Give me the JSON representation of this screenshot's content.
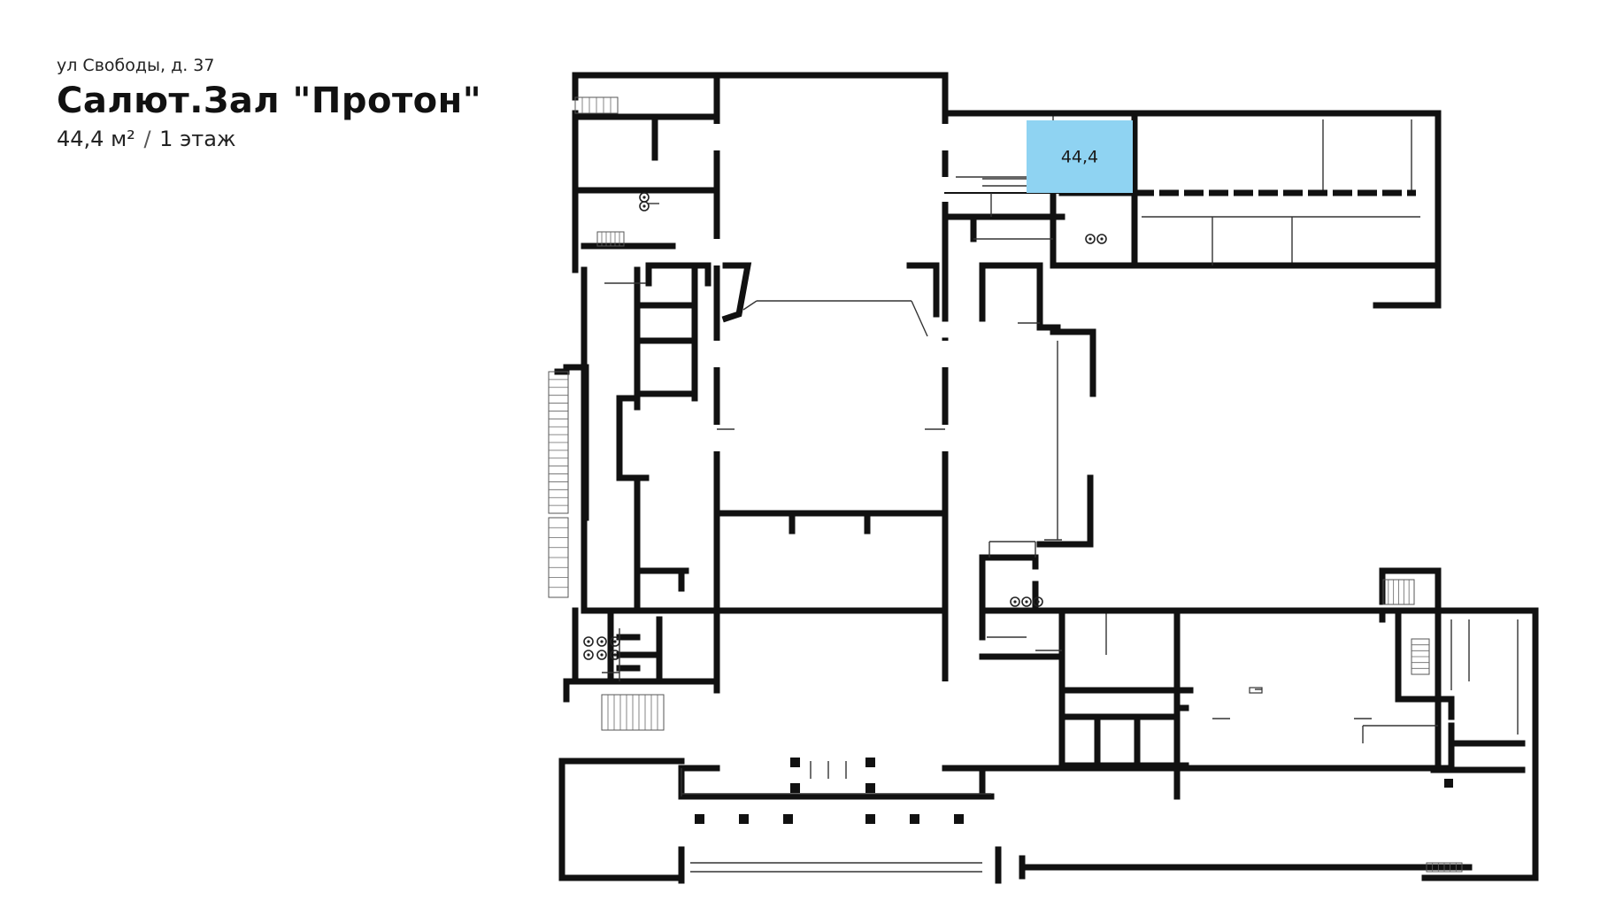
{
  "header": {
    "address": "ул Свободы, д. 37",
    "title": "Салют.Зал \"Протон\"",
    "area": "44,4 м²",
    "separator": "/",
    "floor": "1 этаж"
  },
  "plan": {
    "highlight_label": "44,4",
    "highlight_color": "#8fd3f2",
    "wall_color": "#111111"
  }
}
